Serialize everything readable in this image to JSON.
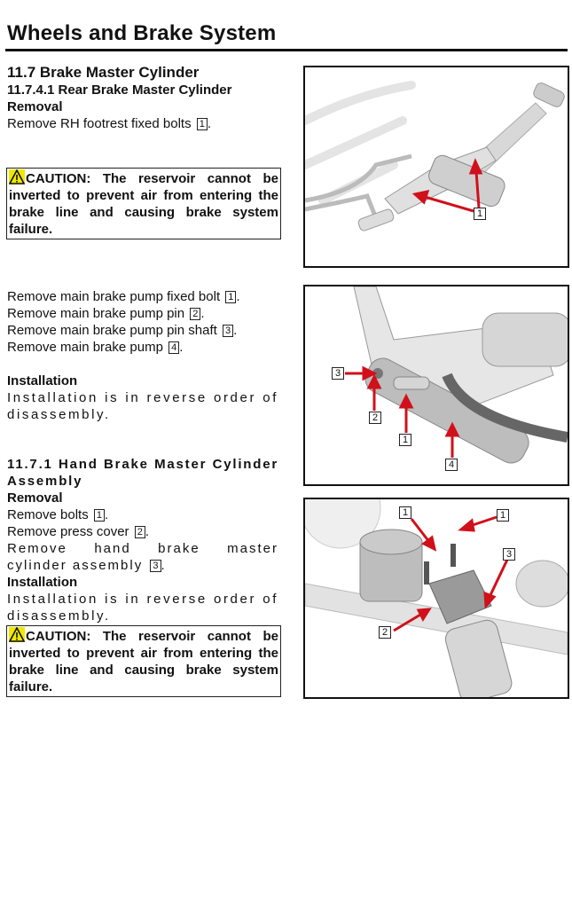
{
  "header": {
    "title": "Wheels and Brake System"
  },
  "section_rear": {
    "heading": "11.7 Brake Master Cylinder",
    "subheading": "11.7.4.1 Rear Brake Master Cylinder",
    "removal_label": "Removal",
    "step1_text": "Remove RH footrest fixed bolts",
    "step1_ref": "1",
    "caution": {
      "label": "CAUTION:",
      "text": "The reservoir cannot be inverted to prevent air from entering the brake line and causing brake system failure."
    },
    "steps": [
      {
        "text": "Remove main brake pump fixed bolt",
        "ref": "1"
      },
      {
        "text": "Remove main brake pump pin",
        "ref": "2"
      },
      {
        "text": "Remove main brake pump pin shaft",
        "ref": "3"
      },
      {
        "text": "Remove main brake pump",
        "ref": "4"
      }
    ],
    "installation_label": "Installation",
    "installation_text": "Installation is in reverse order of disassembly."
  },
  "section_hand": {
    "heading": "11.7.1 Hand Brake Master Cylinder Assembly",
    "removal_label": "Removal",
    "steps": [
      {
        "text": "Remove bolts",
        "ref": "1"
      },
      {
        "text": "Remove press cover",
        "ref": "2"
      },
      {
        "text": "Remove hand brake master cylinder assembly",
        "ref": "3"
      }
    ],
    "installation_label": "Installation",
    "installation_text": "Installation is in reverse order of disassembly.",
    "caution": {
      "label": "CAUTION:",
      "text": "The reservoir cannot be inverted to prevent air from entering the brake line and causing brake system failure."
    }
  },
  "figures": {
    "fig1": {
      "callouts": [
        "1"
      ]
    },
    "fig2": {
      "callouts": [
        "3",
        "2",
        "1",
        "4"
      ]
    },
    "fig3": {
      "callouts": [
        "1",
        "1",
        "3",
        "2"
      ]
    }
  },
  "colors": {
    "arrow": "#d0101a",
    "caution_bg": "#f0e800"
  }
}
